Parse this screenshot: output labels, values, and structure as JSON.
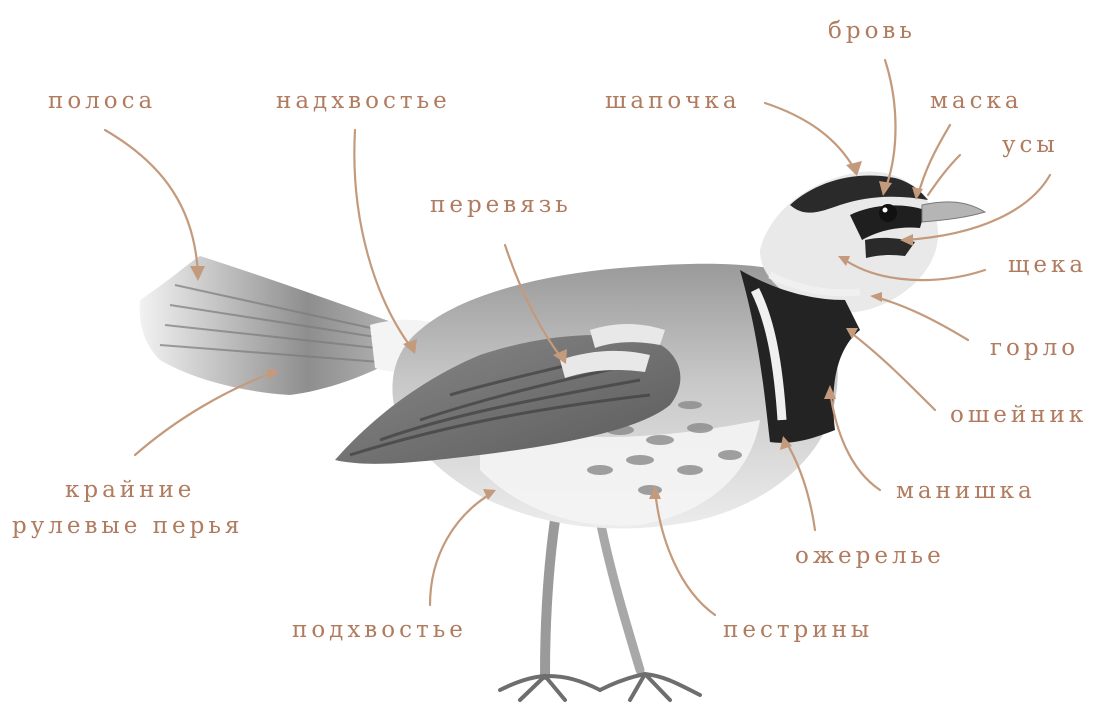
{
  "labels": {
    "stripe": "полоса",
    "uppertail": "надхвостье",
    "cap": "шапочка",
    "brow": "бровь",
    "mask": "маска",
    "whiskers": "усы",
    "wingbar": "перевязь",
    "cheek": "щека",
    "throat": "горло",
    "collar": "ошейник",
    "bib": "манишка",
    "necklace": "ожерелье",
    "outer_tail_1": "крайние",
    "outer_tail_2": "рулевые перья",
    "undertail": "подхвостье",
    "streaks": "пестрины"
  },
  "colors": {
    "label": "#b07b5f",
    "arrow": "#c49a7c"
  }
}
